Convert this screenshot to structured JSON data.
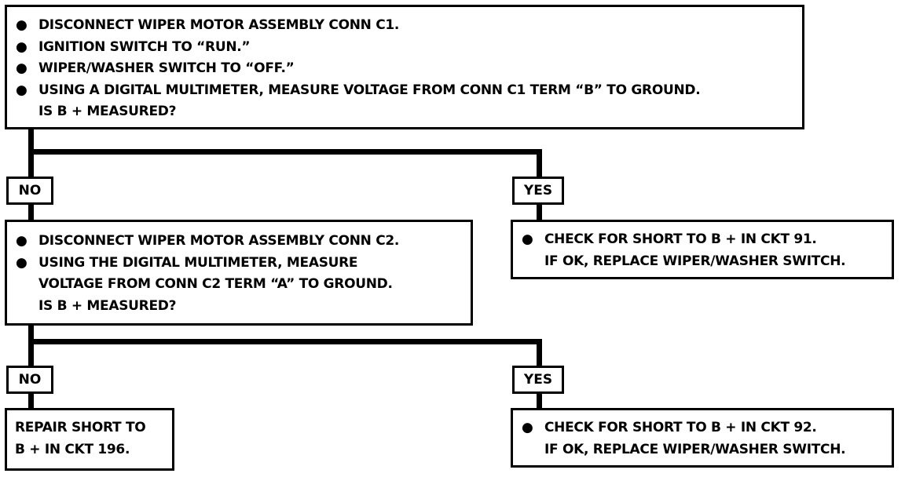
{
  "box1": {
    "bullet": "●",
    "items": [
      "DISCONNECT WIPER MOTOR ASSEMBLY CONN C1.",
      "IGNITION SWITCH TO “RUN.”",
      "WIPER/WASHER SWITCH TO “OFF.”",
      "USING A DIGITAL MULTIMETER, MEASURE VOLTAGE FROM CONN C1 TERM “B” TO GROUND."
    ],
    "question": "IS B + MEASURED?"
  },
  "labels": {
    "no1": "NO",
    "yes1": "YES",
    "no2": "NO",
    "yes2": "YES"
  },
  "box2": {
    "bullet": "●",
    "item1": "DISCONNECT WIPER MOTOR ASSEMBLY CONN C2.",
    "item2_line1": "USING THE DIGITAL MULTIMETER, MEASURE",
    "item2_line2": "VOLTAGE FROM CONN C2 TERM “A” TO GROUND.",
    "question": "IS B + MEASURED?"
  },
  "box_yes1": {
    "bullet": "●",
    "line1": "CHECK FOR SHORT TO B + IN CKT 91.",
    "line2": "IF OK, REPLACE WIPER/WASHER SWITCH."
  },
  "box_no2": {
    "line1": "REPAIR SHORT TO",
    "line2": "B + IN CKT 196."
  },
  "box_yes2": {
    "bullet": "●",
    "line1": "CHECK FOR SHORT TO B + IN CKT 92.",
    "line2": "IF OK, REPLACE WIPER/WASHER SWITCH."
  }
}
